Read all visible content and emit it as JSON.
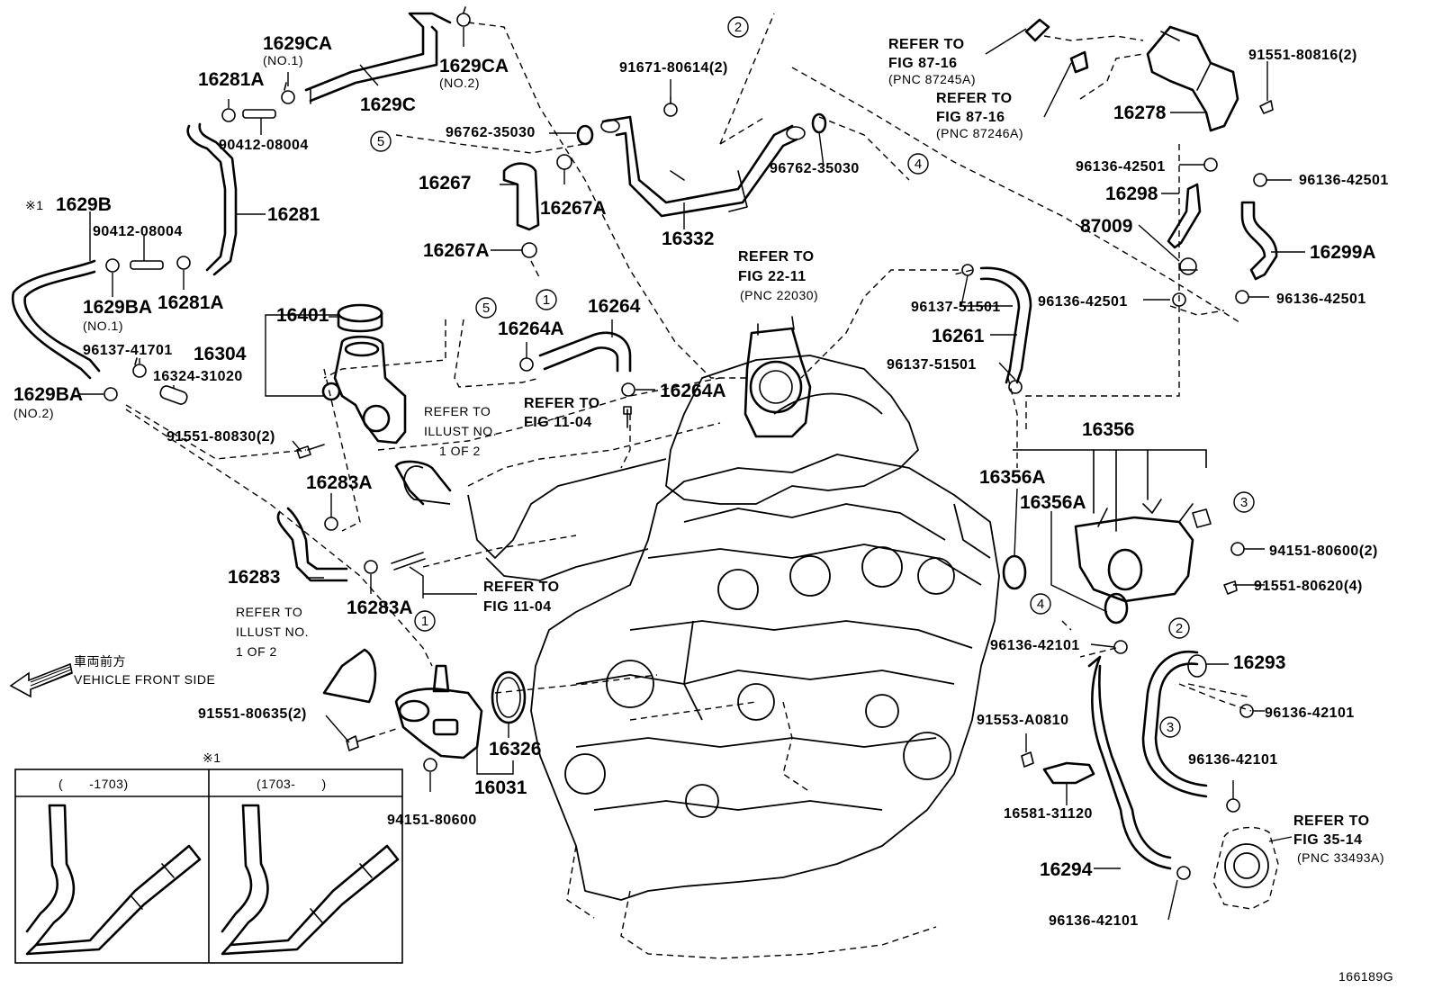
{
  "diagram_id": "166189G",
  "vehicle_front": {
    "jp": "車両前方",
    "en": "VEHICLE FRONT SIDE"
  },
  "inset": {
    "marker": "※1",
    "left_range": "(　　-1703)",
    "right_range": "(1703-　　)"
  },
  "callouts": [
    "1",
    "2",
    "3",
    "4",
    "5"
  ],
  "labels": {
    "p1629CA_1": "1629CA",
    "p1629CA_1_sub": "(NO.1)",
    "p1629CA_2": "1629CA",
    "p1629CA_2_sub": "(NO.2)",
    "p16281A_top": "16281A",
    "p90412_top": "90412-08004",
    "p1629C": "1629C",
    "p1629B_mark": "※1",
    "p1629B": "1629B",
    "p90412_left": "90412-08004",
    "p16281": "16281",
    "p1629BA_1": "1629BA",
    "p1629BA_1_sub": "(NO.1)",
    "p16281A_bot": "16281A",
    "p96137_41701": "96137-41701",
    "p16324": "16324-31020",
    "p1629BA_2": "1629BA",
    "p1629BA_2_sub": "(NO.2)",
    "p16401": "16401",
    "p16304": "16304",
    "p91551_80830": "91551-80830(2)",
    "p16283A_top": "16283A",
    "p16283": "16283",
    "p16283A_bot": "16283A",
    "p91671": "91671-80614(2)",
    "p96762_left": "96762-35030",
    "p96762_right": "96762-35030",
    "p16267": "16267",
    "p16267A_right": "16267A",
    "p16267A_left": "16267A",
    "p16332": "16332",
    "p16264": "16264",
    "p16264A_top": "16264A",
    "p16264A_bot": "16264A",
    "refer_22_11_a": "REFER TO",
    "refer_22_11_b": "FIG 22-11",
    "refer_22_11_c": "(PNC 22030)",
    "refer_11_04_a_1": "REFER TO",
    "refer_11_04_a_2": "FIG 11-04",
    "refer_illust_a_1": "REFER TO",
    "refer_illust_a_2": "ILLUST NO.",
    "refer_illust_a_3": "1 OF 2",
    "refer_11_04_b_1": "REFER TO",
    "refer_11_04_b_2": "FIG 11-04",
    "refer_illust_b_1": "REFER TO",
    "refer_illust_b_2": "ILLUST NO.",
    "refer_illust_b_3": "1 OF 2",
    "p91551_80635": "91551-80635(2)",
    "p16326": "16326",
    "p16031": "16031",
    "p94151_80600": "94151-80600",
    "refer_87_16a_1": "REFER TO",
    "refer_87_16a_2": "FIG 87-16",
    "refer_87_16a_3": "(PNC 87245A)",
    "refer_87_16b_1": "REFER TO",
    "refer_87_16b_2": "FIG 87-16",
    "refer_87_16b_3": "(PNC 87246A)",
    "p91551_80816": "91551-80816(2)",
    "p16278": "16278",
    "p96136_42501_a": "96136-42501",
    "p96136_42501_b": "96136-42501",
    "p16298": "16298",
    "p87009": "87009",
    "p16299A": "16299A",
    "p96136_42501_c": "96136-42501",
    "p96136_42501_d": "96136-42501",
    "p96137_51501_a": "96137-51501",
    "p16261": "16261",
    "p96137_51501_b": "96137-51501",
    "p16356": "16356",
    "p16356A_a": "16356A",
    "p16356A_b": "16356A",
    "p94151_80600_2": "94151-80600(2)",
    "p91551_80620": "91551-80620(4)",
    "p96136_42101_a": "96136-42101",
    "p16293": "16293",
    "p91553": "91553-A0810",
    "p96136_42101_b": "96136-42101",
    "p96136_42101_c": "96136-42101",
    "p16581": "16581-31120",
    "refer_35_14_1": "REFER TO",
    "refer_35_14_2": "FIG 35-14",
    "refer_35_14_3": "(PNC 33493A)",
    "p16294": "16294",
    "p96136_42101_d": "96136-42101"
  }
}
